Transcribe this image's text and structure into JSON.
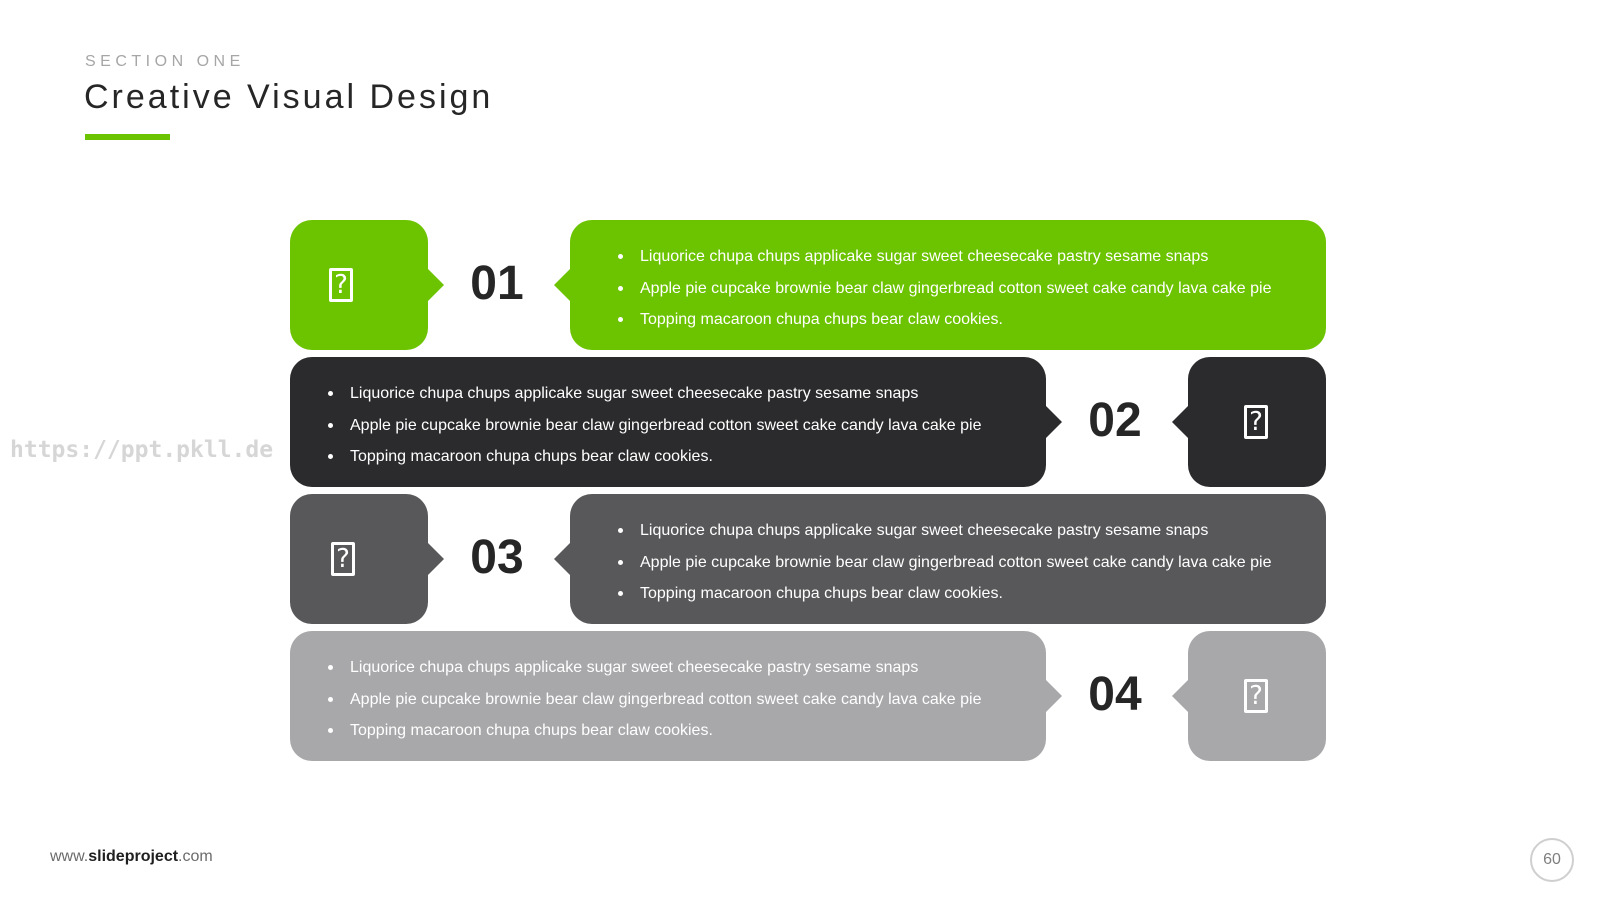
{
  "header": {
    "section_label": "SECTION ONE",
    "title": "Creative Visual Design"
  },
  "watermark": "https://ppt.pkll.de",
  "colors": {
    "accent": "#6cc300",
    "row1": "#6cc300",
    "row2": "#2b2b2d",
    "row3": "#58585a",
    "row4": "#a8a8aa"
  },
  "rows": [
    {
      "number": "01",
      "icon": "placeholder-icon",
      "bullets": [
        "Liquorice chupa chups applicake  sugar sweet cheesecake pastry sesame snaps",
        "Apple pie cupcake brownie bear claw gingerbread cotton sweet cake candy lava cake pie",
        "Topping macaroon chupa chups bear claw  cookies."
      ]
    },
    {
      "number": "02",
      "icon": "placeholder-icon",
      "bullets": [
        "Liquorice chupa chups applicake  sugar sweet cheesecake pastry sesame snaps",
        "Apple pie cupcake brownie bear claw gingerbread cotton sweet cake candy lava cake pie",
        "Topping macaroon chupa chups bear claw  cookies."
      ]
    },
    {
      "number": "03",
      "icon": "placeholder-icon",
      "bullets": [
        "Liquorice chupa chups applicake  sugar sweet cheesecake pastry sesame snaps",
        "Apple pie cupcake brownie bear claw gingerbread cotton sweet cake candy lava cake pie",
        "Topping macaroon chupa chups bear claw  cookies."
      ]
    },
    {
      "number": "04",
      "icon": "placeholder-icon",
      "bullets": [
        "Liquorice chupa chups applicake  sugar sweet cheesecake pastry sesame snaps",
        "Apple pie cupcake brownie bear claw gingerbread cotton sweet cake candy lava cake pie",
        "Topping macaroon chupa chups bear claw  cookies."
      ]
    }
  ],
  "footer": {
    "url_prefix": "www.",
    "url_brand": "slideproject",
    "url_suffix": ".com",
    "page_number": "60"
  }
}
